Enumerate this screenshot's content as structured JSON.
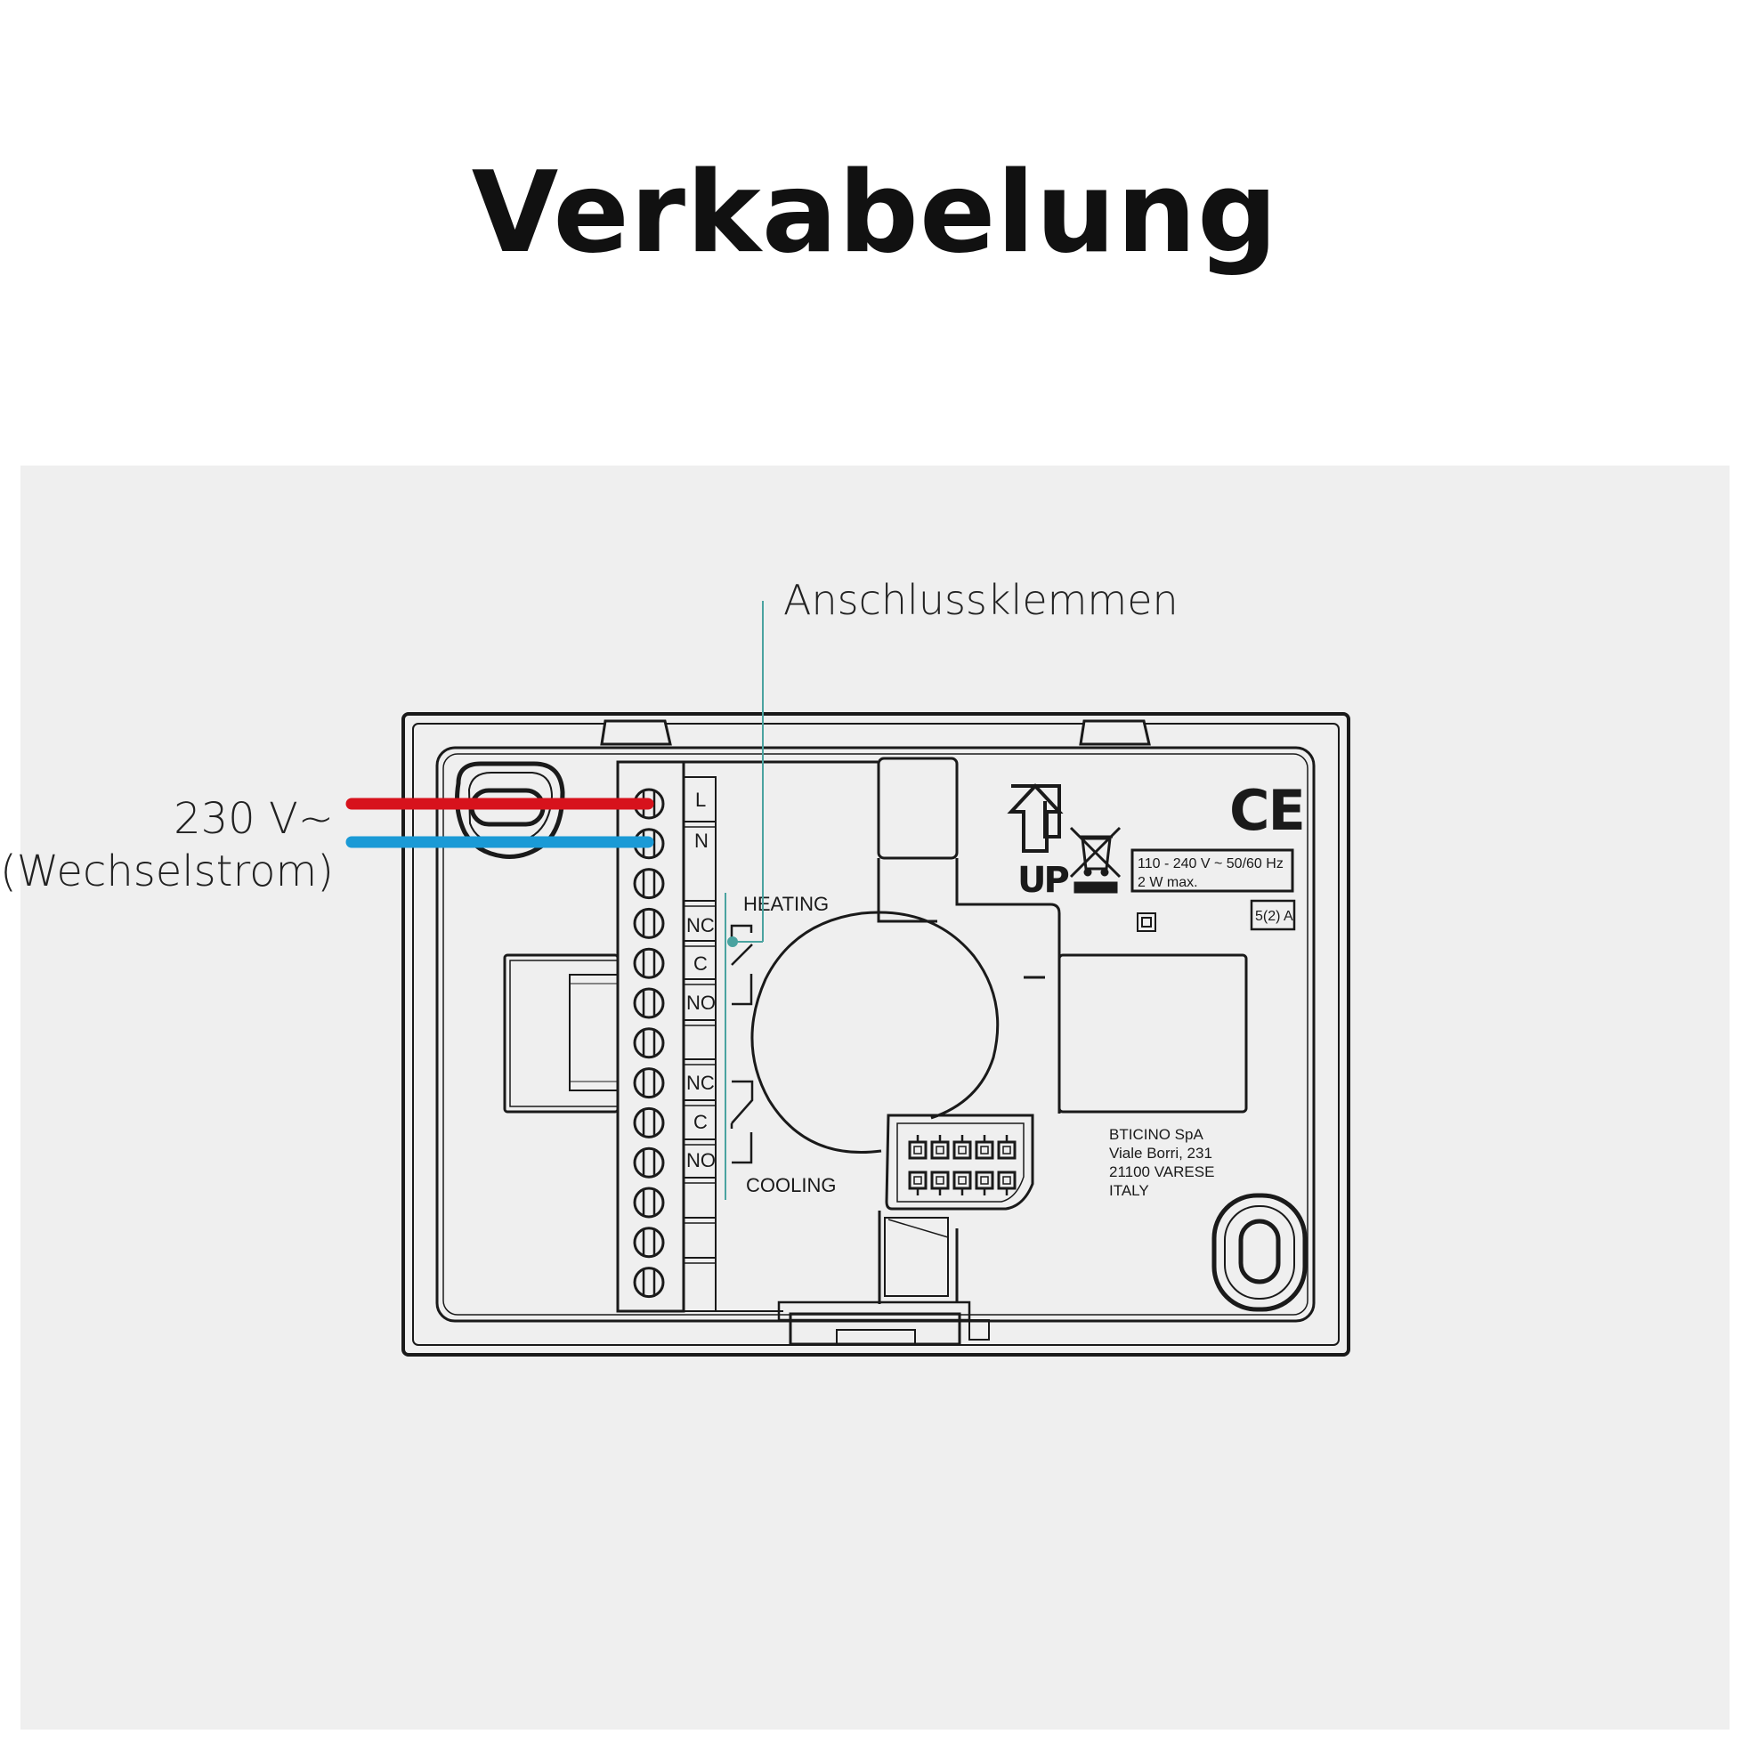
{
  "title": "Verkabelung",
  "callouts": {
    "terminals": "Anschlussklemmen",
    "voltage": "230 V~",
    "current_type": "(Wechselstrom)"
  },
  "terminal_labels": {
    "l": "L",
    "n": "N",
    "nc1": "NC",
    "c1": "C",
    "no1": "NO",
    "nc2": "NC",
    "c2": "C",
    "no2": "NO"
  },
  "groups": {
    "heating": "HEATING",
    "cooling": "COOLING"
  },
  "device": {
    "ce_mark": "CE",
    "up_mark": "UP",
    "rating_line1": "110 - 240 V ~ 50/60 Hz",
    "rating_line2": "2 W max.",
    "relay_rating": "5(2) A",
    "manufacturer_line1": "BTICINO SpA",
    "manufacturer_line2": "Viale Borri, 231",
    "manufacturer_line3": "21100 VARESE",
    "manufacturer_line4": "ITALY"
  },
  "colors": {
    "live_wire": "#d7121c",
    "neutral_wire": "#1a9ad6",
    "leader_line": "#4aa3a0"
  }
}
